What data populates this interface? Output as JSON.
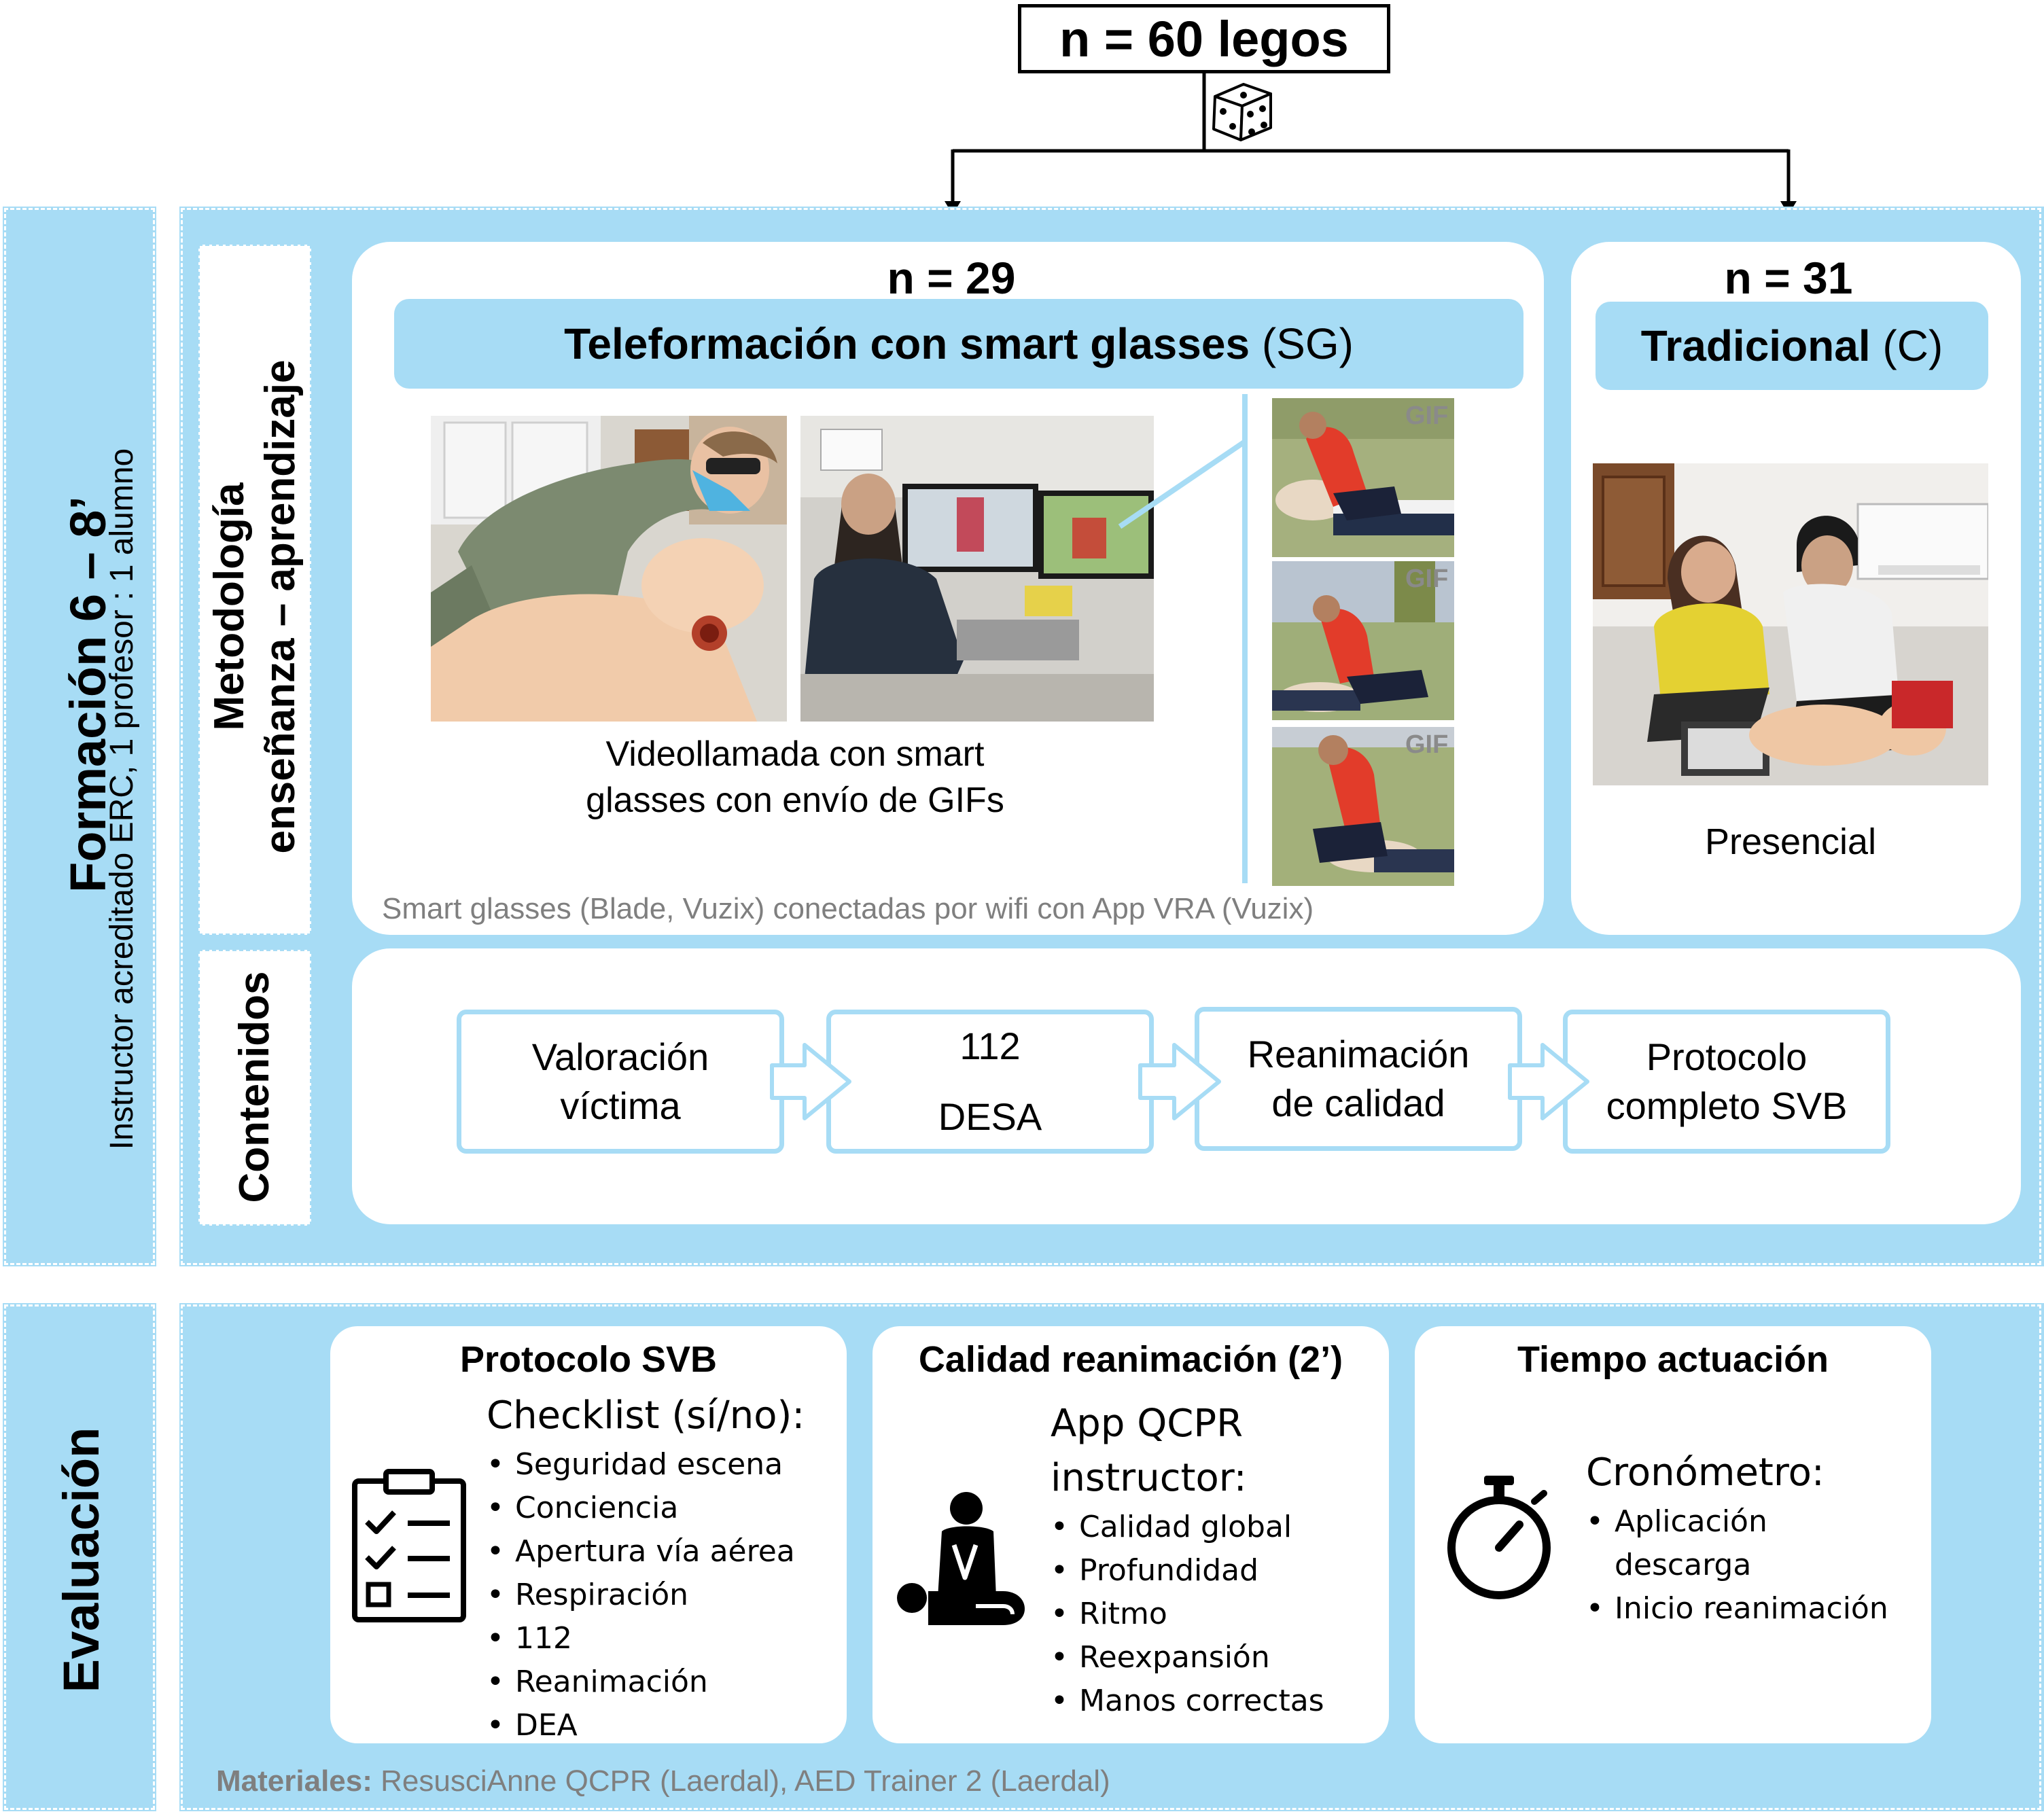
{
  "top": {
    "population": "n = 60 legos"
  },
  "colors": {
    "band": "#a7dcf5",
    "grey_text": "#7f7f7f"
  },
  "formacion": {
    "title": "Formación 6 – 8’",
    "subtitle": "Instructor acreditado ERC, 1 profesor : 1 alumno"
  },
  "metodologia": {
    "label_line1": "Metodología",
    "label_line2": "enseñanza – aprendizaje"
  },
  "sg_group": {
    "n": "n = 29",
    "title_bold": "Teleformación con smart glasses",
    "title_abbr": "(SG)",
    "caption_line1": "Videollamada con smart",
    "caption_line2": "glasses con envío de GIFs",
    "gif_label": "GIF",
    "footnote": "Smart glasses (Blade, Vuzix) conectadas por wifi con App VRA (Vuzix)"
  },
  "c_group": {
    "n": "n = 31",
    "title_bold": "Tradicional",
    "title_abbr": "(C)",
    "caption": "Presencial"
  },
  "contenidos": {
    "label": "Contenidos",
    "steps": [
      {
        "line1": "Valoración",
        "line2": "víctima"
      },
      {
        "line1": "112",
        "line2": "DESA"
      },
      {
        "line1": "Reanimación",
        "line2": "de calidad"
      },
      {
        "line1": "Protocolo",
        "line2": "completo SVB"
      }
    ]
  },
  "evaluacion": {
    "label": "Evaluación",
    "cards": [
      {
        "title": "Protocolo SVB",
        "subtitle": "Checklist (sí/no):",
        "items": [
          "Seguridad escena",
          "Conciencia",
          "Apertura vía aérea",
          "Respiración",
          "112",
          "Reanimación",
          "DEA"
        ],
        "icon": "checklist-icon"
      },
      {
        "title": "Calidad reanimación (2’)",
        "subtitle_line1": "App QCPR",
        "subtitle_line2": "instructor:",
        "items": [
          "Calidad global",
          "Profundidad",
          "Ritmo",
          "Reexpansión",
          "Manos correctas"
        ],
        "icon": "cpr-icon"
      },
      {
        "title": "Tiempo actuación",
        "subtitle": "Cronómetro:",
        "items": [
          "Aplicación descarga",
          "Inicio reanimación"
        ],
        "icon": "stopwatch-icon"
      }
    ],
    "materials_label": "Materiales:",
    "materials_text": " ResusciAnne QCPR (Laerdal), AED Trainer 2 (Laerdal)"
  }
}
